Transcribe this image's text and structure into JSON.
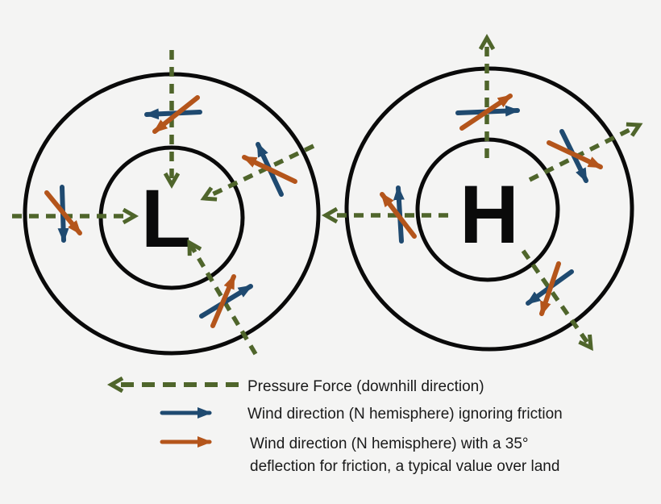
{
  "diagram": {
    "type": "pressure-systems-wind-diagram",
    "low_system": {
      "label": "L"
    },
    "high_system": {
      "label": "H"
    },
    "legend": {
      "pressure_force": {
        "label": "Pressure Force (downhill direction)"
      },
      "wind_no_friction": {
        "label": "Wind direction (N hemisphere) ignoring friction"
      },
      "wind_friction": {
        "label_line1": "Wind direction (N hemisphere) with a 35°",
        "label_line2": "deflection for friction, a typical value over land"
      }
    },
    "colors": {
      "pressure_force_green": "#4F652B",
      "wind_blue": "#1F4A70",
      "wind_orange": "#B4551B",
      "circle_black": "#0A0A0A",
      "background": "#F4F4F3",
      "text": "#1A1A1A"
    }
  }
}
